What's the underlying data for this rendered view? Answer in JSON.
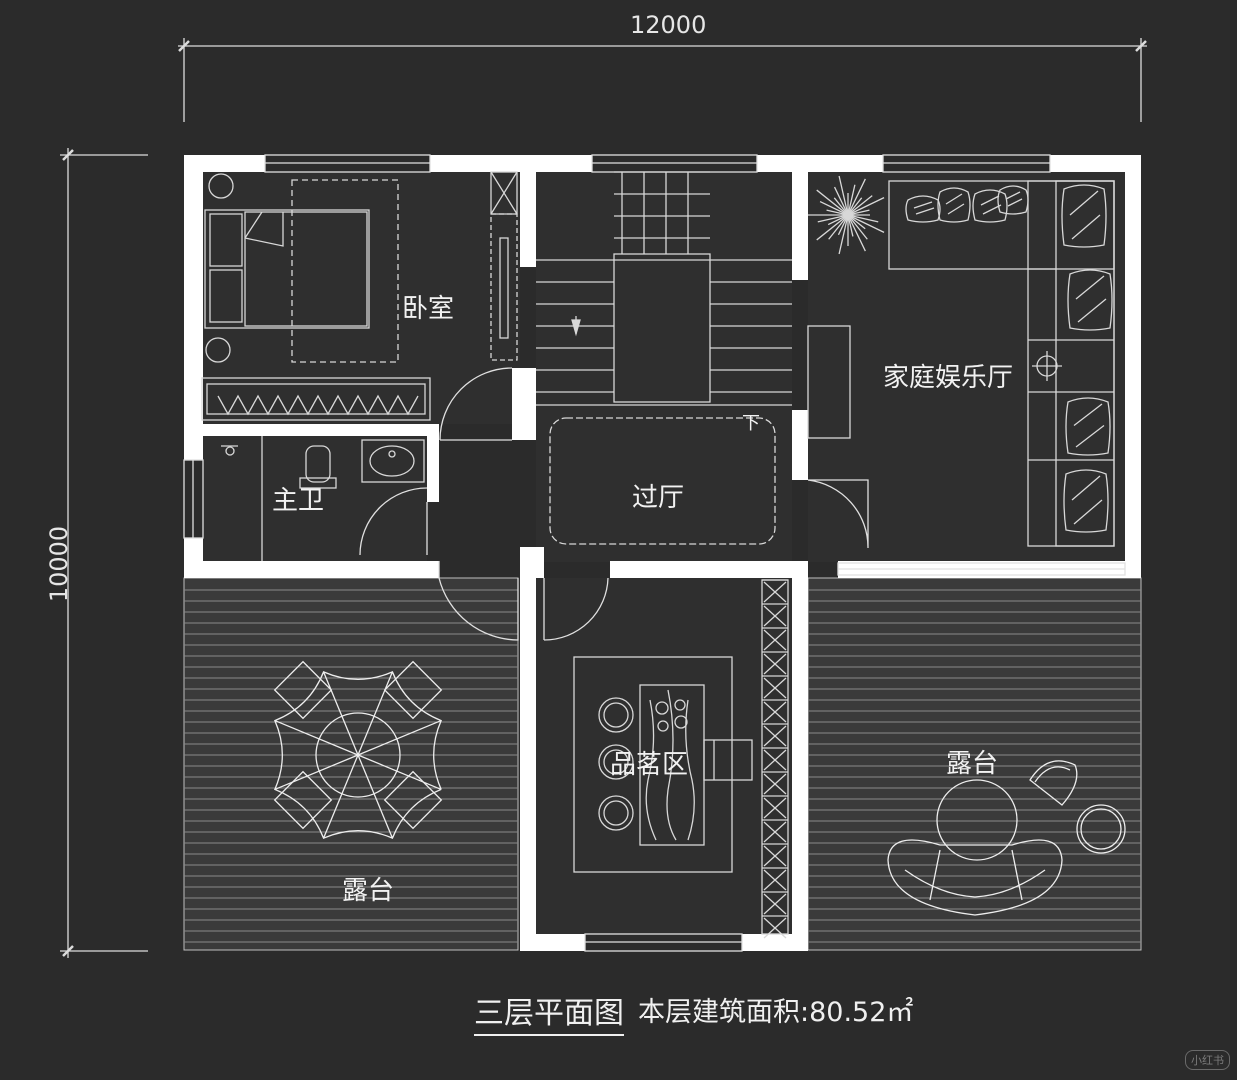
{
  "dimensions": {
    "width": "12000",
    "height": "10000"
  },
  "rooms": {
    "bedroom": "卧室",
    "master_bath": "主卫",
    "hall": "过厅",
    "family_room": "家庭娱乐厅",
    "tea_area": "品茗区",
    "terrace_left": "露台",
    "terrace_right": "露台"
  },
  "stair_down": "下",
  "title": {
    "name": "三层平面图",
    "area": "本层建筑面积:80.52㎡"
  },
  "watermark": "小红书",
  "colors": {
    "background": "#2b2b2b",
    "wall": "#ffffff",
    "line": "#d8d8d8"
  }
}
